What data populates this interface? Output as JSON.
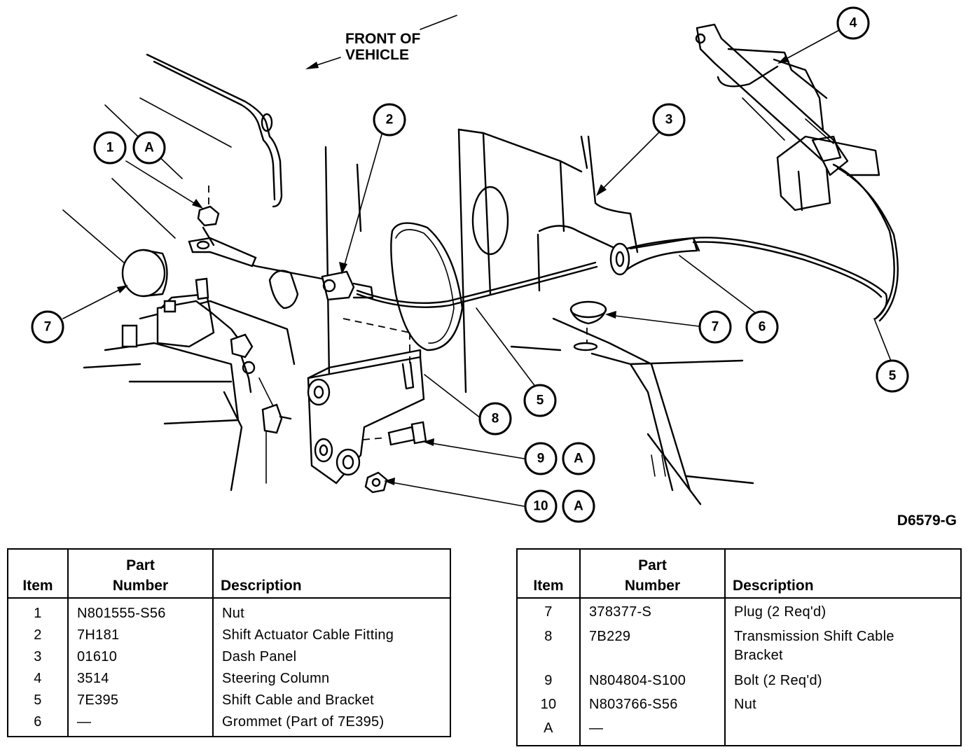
{
  "diagram": {
    "front_label_line1": "FRONT OF",
    "front_label_line2": "VEHICLE",
    "figure_code": "D6579-G",
    "callouts": {
      "item1": "1",
      "item1_ref": "A",
      "item2": "2",
      "item3": "3",
      "item4": "4",
      "item5_right": "5",
      "item5_center": "5",
      "item6": "6",
      "item7_left": "7",
      "item7_right": "7",
      "item8": "8",
      "item9": "9",
      "item9_ref": "A",
      "item10": "10",
      "item10_ref": "A"
    }
  },
  "tables": {
    "left": {
      "headers": {
        "item": "Item",
        "part_number_line1": "Part",
        "part_number_line2": "Number",
        "description": "Description"
      },
      "rows": [
        {
          "item": "1",
          "part_number": "N801555-S56",
          "description": "Nut"
        },
        {
          "item": "2",
          "part_number": "7H181",
          "description": "Shift Actuator Cable Fitting"
        },
        {
          "item": "3",
          "part_number": "01610",
          "description": "Dash Panel"
        },
        {
          "item": "4",
          "part_number": "3514",
          "description": "Steering Column"
        },
        {
          "item": "5",
          "part_number": "7E395",
          "description": "Shift Cable and Bracket"
        },
        {
          "item": "6",
          "part_number": "—",
          "description": "Grommet (Part of 7E395)"
        }
      ]
    },
    "right": {
      "headers": {
        "item": "Item",
        "part_number_line1": "Part",
        "part_number_line2": "Number",
        "description": "Description"
      },
      "rows": [
        {
          "item": "7",
          "part_number": "378377-S",
          "description": "Plug (2 Req'd)",
          "description_line2": ""
        },
        {
          "item": "8",
          "part_number": "7B229",
          "description": "Transmission Shift Cable",
          "description_line2": "Bracket"
        },
        {
          "item": "9",
          "part_number": "N804804-S100",
          "description": "Bolt (2 Req'd)",
          "description_line2": ""
        },
        {
          "item": "10",
          "part_number": "N803766-S56",
          "description": "Nut",
          "description_line2": ""
        },
        {
          "item": "A",
          "part_number": "—",
          "description": "",
          "description_line2": ""
        }
      ]
    }
  }
}
